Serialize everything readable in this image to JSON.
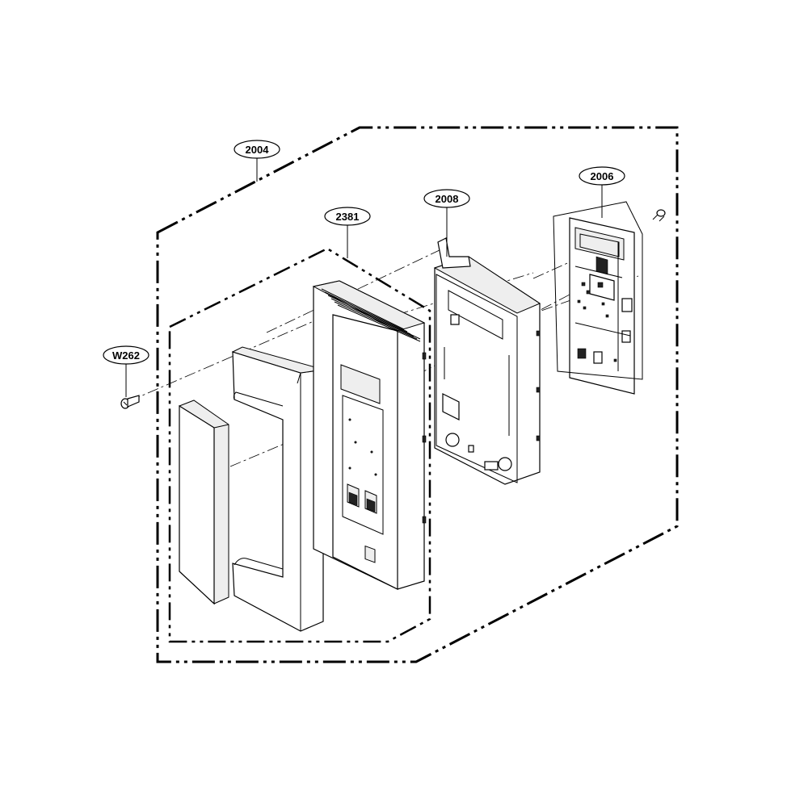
{
  "callouts": {
    "assembly_main": "2004",
    "assembly_front": "2381",
    "frame": "2008",
    "pcb": "2006",
    "screw": "W262"
  },
  "colors": {
    "line": "#000000",
    "background": "#ffffff",
    "panel_shade": "#eeeeee"
  }
}
